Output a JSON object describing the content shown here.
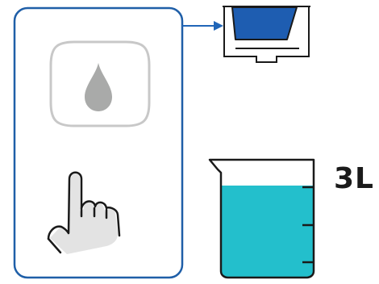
{
  "volume_label": "3L",
  "icons": {
    "panel": "instruction-panel",
    "button": "water-drop-button",
    "drop": "water-drop-icon",
    "hand": "pointing-hand-icon",
    "arrow": "arrow-right-icon",
    "tray": "water-tray-icon",
    "beaker": "measuring-beaker-icon"
  },
  "colors": {
    "panel_border": "#1f5fa8",
    "arrow": "#2166b8",
    "tray_water": "#1e5db1",
    "beaker_water": "#23bfcc",
    "button_border": "#c8c8c8",
    "drop": "#a9aaa9",
    "outline": "#1a1a1a"
  }
}
